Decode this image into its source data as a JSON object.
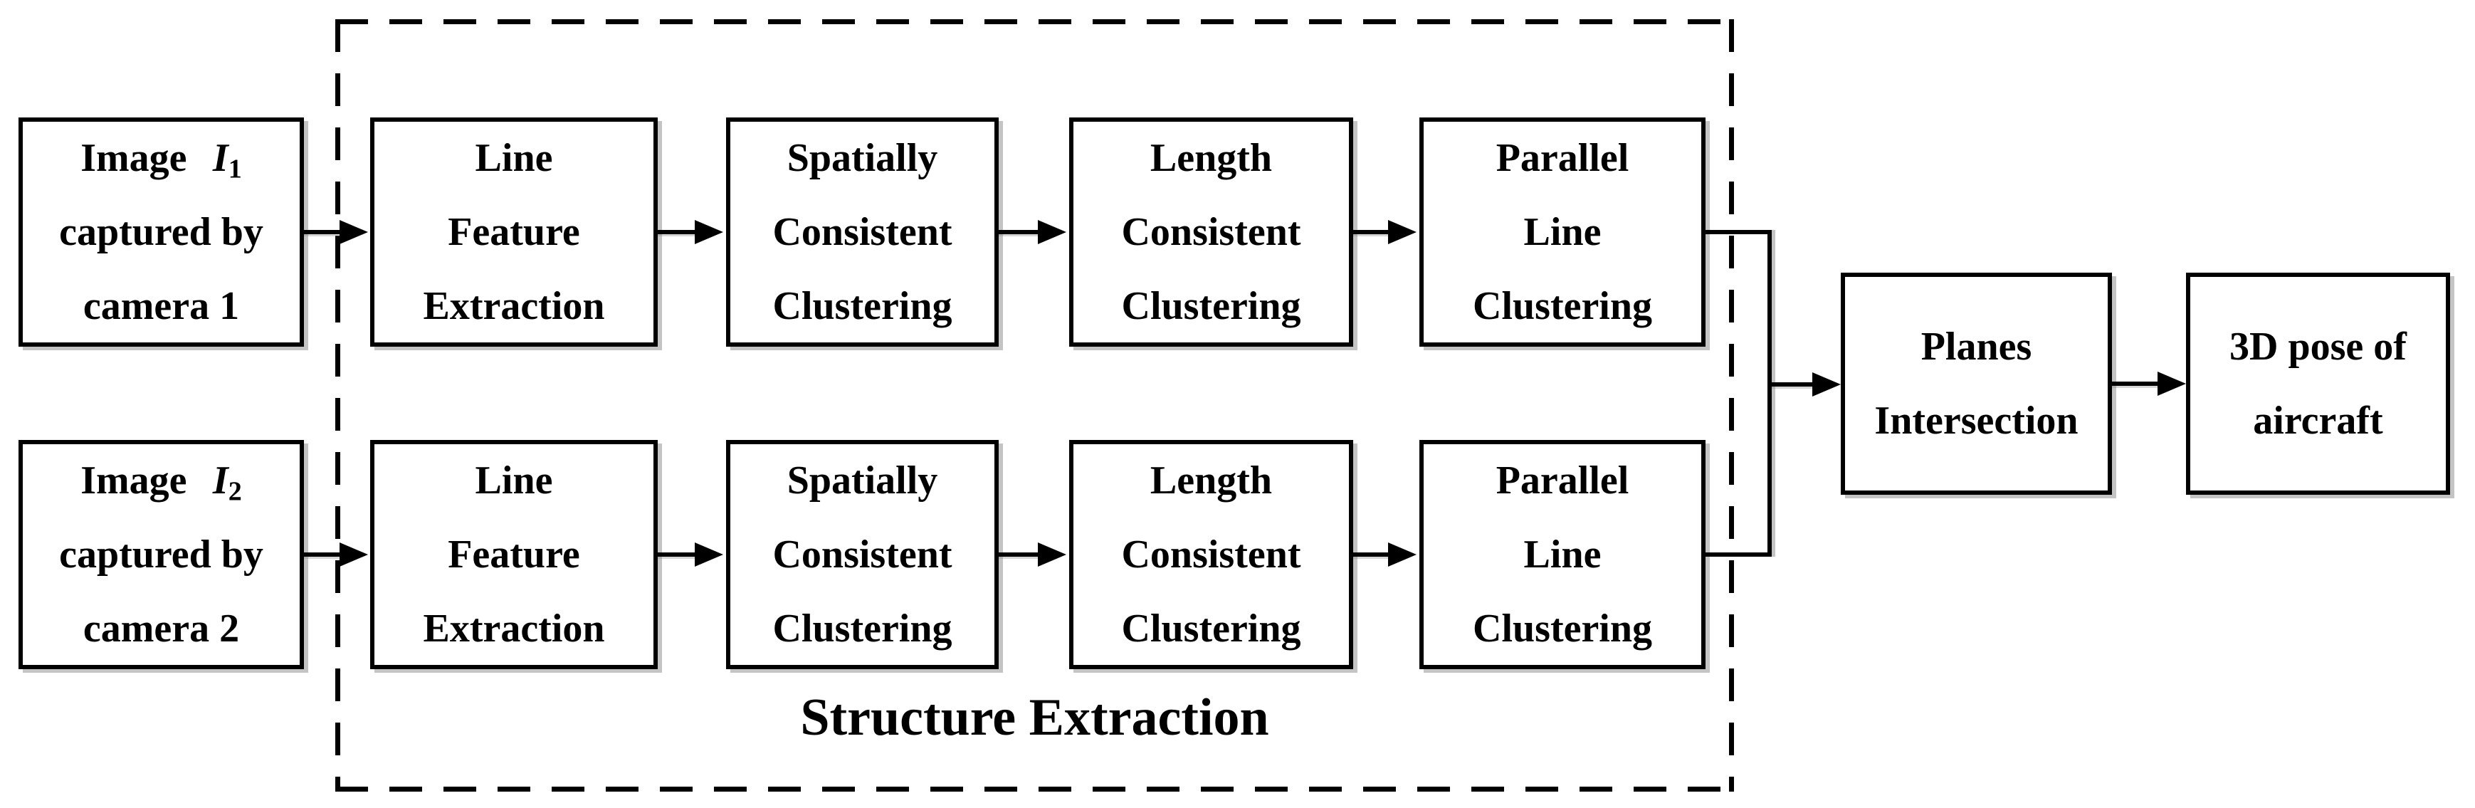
{
  "colors": {
    "ink": "#000000",
    "paper": "#ffffff",
    "shadow": "#8a8a8a"
  },
  "flow": {
    "container_label": "Structure Extraction",
    "rows": [
      {
        "input": {
          "word": "Image",
          "var": "I",
          "sub": "1",
          "line2": "captured by",
          "line3": "camera 1"
        },
        "steps": [
          {
            "l1": "Line",
            "l2": "Feature",
            "l3": "Extraction"
          },
          {
            "l1": "Spatially",
            "l2": "Consistent",
            "l3": "Clustering"
          },
          {
            "l1": "Length",
            "l2": "Consistent",
            "l3": "Clustering"
          },
          {
            "l1": "Parallel",
            "l2": "Line",
            "l3": "Clustering"
          }
        ]
      },
      {
        "input": {
          "word": "Image",
          "var": "I",
          "sub": "2",
          "line2": "captured by",
          "line3": "camera 2"
        },
        "steps": [
          {
            "l1": "Line",
            "l2": "Feature",
            "l3": "Extraction"
          },
          {
            "l1": "Spatially",
            "l2": "Consistent",
            "l3": "Clustering"
          },
          {
            "l1": "Length",
            "l2": "Consistent",
            "l3": "Clustering"
          },
          {
            "l1": "Parallel",
            "l2": "Line",
            "l3": "Clustering"
          }
        ]
      }
    ],
    "outputs": [
      {
        "l1": "Planes",
        "l2": "Intersection"
      },
      {
        "l1": "3D pose of",
        "l2": "aircraft"
      }
    ]
  }
}
